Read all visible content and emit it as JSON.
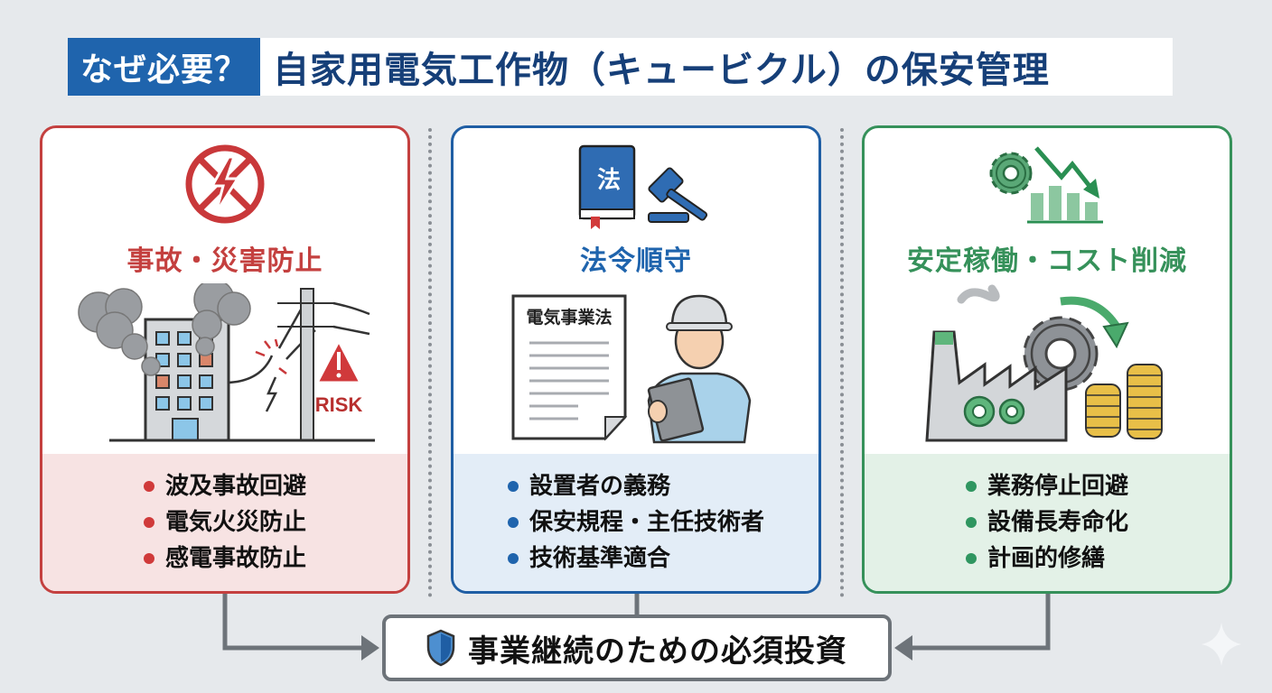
{
  "header": {
    "tag": "なぜ必要？",
    "title": "自家用電気工作物（キュービクル）の保安管理"
  },
  "cards": [
    {
      "id": "accident-prevention",
      "title": "事故・災害防止",
      "icon": "no-electricity-icon",
      "illustration": "burning-building-power-pole-illustration",
      "risk_label": "RISK",
      "accent_color": "#c4403f",
      "items": [
        "波及事故回避",
        "電気火災防止",
        "感電事故防止"
      ]
    },
    {
      "id": "legal-compliance",
      "title": "法令順守",
      "icon": "law-book-gavel-icon",
      "book_label": "法",
      "document_label": "電気事業法",
      "illustration": "document-and-inspector-illustration",
      "accent_color": "#1f5ea4",
      "items": [
        "設置者の義務",
        "保安規程・主任技術者",
        "技術基準適合"
      ]
    },
    {
      "id": "stable-operation",
      "title": "安定稼働・コスト削減",
      "icon": "gear-cost-down-chart-icon",
      "illustration": "factory-gears-coins-illustration",
      "accent_color": "#36915a",
      "items": [
        "業務停止回避",
        "設備長寿命化",
        "計画的修繕"
      ]
    }
  ],
  "result": {
    "icon": "shield-icon",
    "label": "事業継続のための必須投資"
  }
}
